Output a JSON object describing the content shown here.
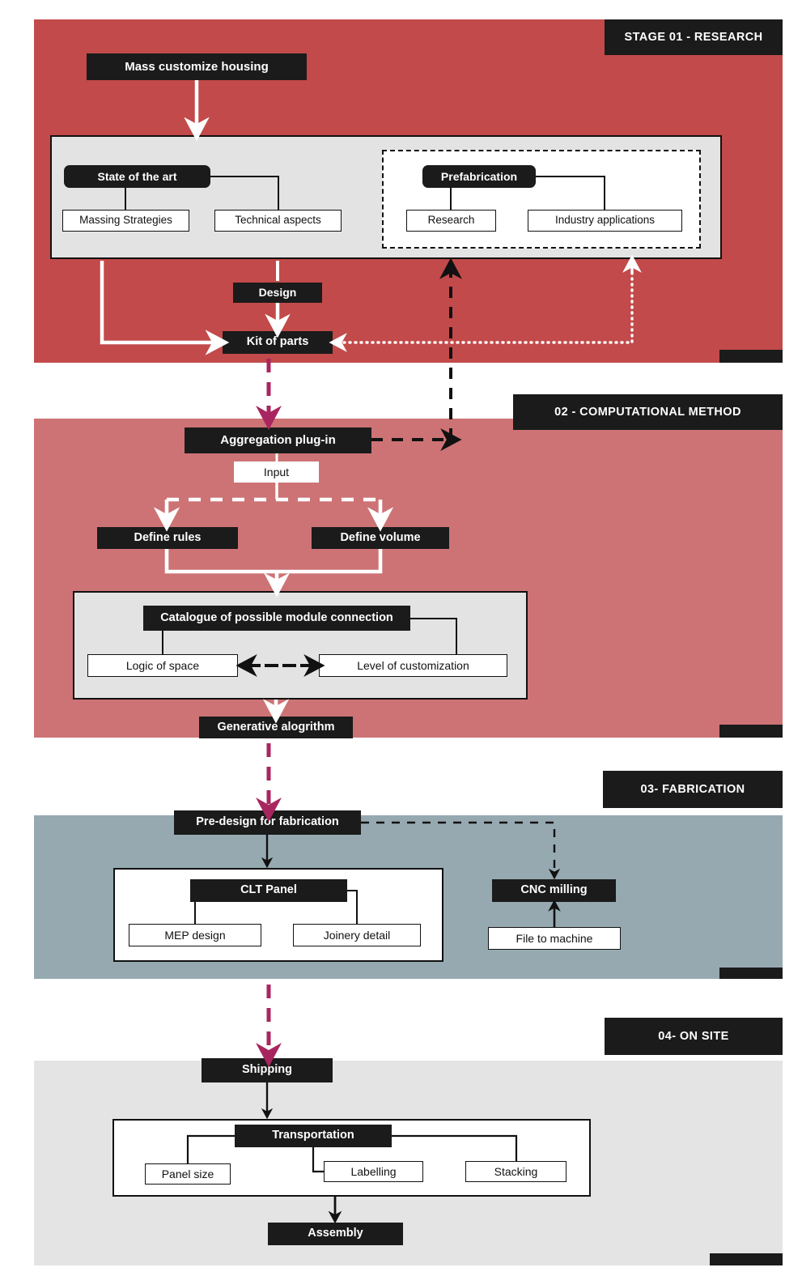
{
  "diagram": {
    "title": "Mass customize housing workflow",
    "colors": {
      "stage1_bg": "#c24a4a",
      "stage2_bg": "#cd7375",
      "stage3_bg": "#96a9b1",
      "stage4_bg": "#e4e4e4",
      "header_bg": "#1b1b1b",
      "node_dark": "#1b1b1b",
      "node_light": "#ffffff",
      "panel_gray": "#e3e3e3",
      "accent_magenta": "#a8265f",
      "connector_white": "#ffffff",
      "connector_black": "#111111"
    }
  },
  "stages": [
    {
      "id": "stage-01",
      "header": "STAGE 01 - RESEARCH",
      "nodes": {
        "root": "Mass customize housing",
        "state_of_the_art": "State of the art",
        "massing_strategies": "Massing Strategies",
        "technical_aspects": "Technical aspects",
        "prefabrication": "Prefabrication",
        "research": "Research",
        "industry_applications": "Industry applications",
        "design": "Design",
        "kit_of_parts": "Kit of parts"
      }
    },
    {
      "id": "stage-02",
      "header": "02 - COMPUTATIONAL METHOD",
      "nodes": {
        "aggregation_plugin": "Aggregation plug-in",
        "input": "Input",
        "define_rules": "Define rules",
        "define_volume": "Define volume",
        "catalogue": "Catalogue of possible module connection",
        "logic_of_space": "Logic of space",
        "level_of_customization": "Level of customization",
        "generative_algorithm": "Generative alogrithm"
      }
    },
    {
      "id": "stage-03",
      "header": "03- FABRICATION",
      "nodes": {
        "pre_design": "Pre-design for fabrication",
        "clt_panel": "CLT Panel",
        "mep_design": "MEP design",
        "joinery_detail": "Joinery detail",
        "cnc_milling": "CNC milling",
        "file_to_machine": "File to machine"
      }
    },
    {
      "id": "stage-04",
      "header": "04- ON SITE",
      "nodes": {
        "shipping": "Shipping",
        "transportation": "Transportation",
        "panel_size": "Panel size",
        "labelling": "Labelling",
        "stacking": "Stacking",
        "assembly": "Assembly"
      }
    }
  ]
}
